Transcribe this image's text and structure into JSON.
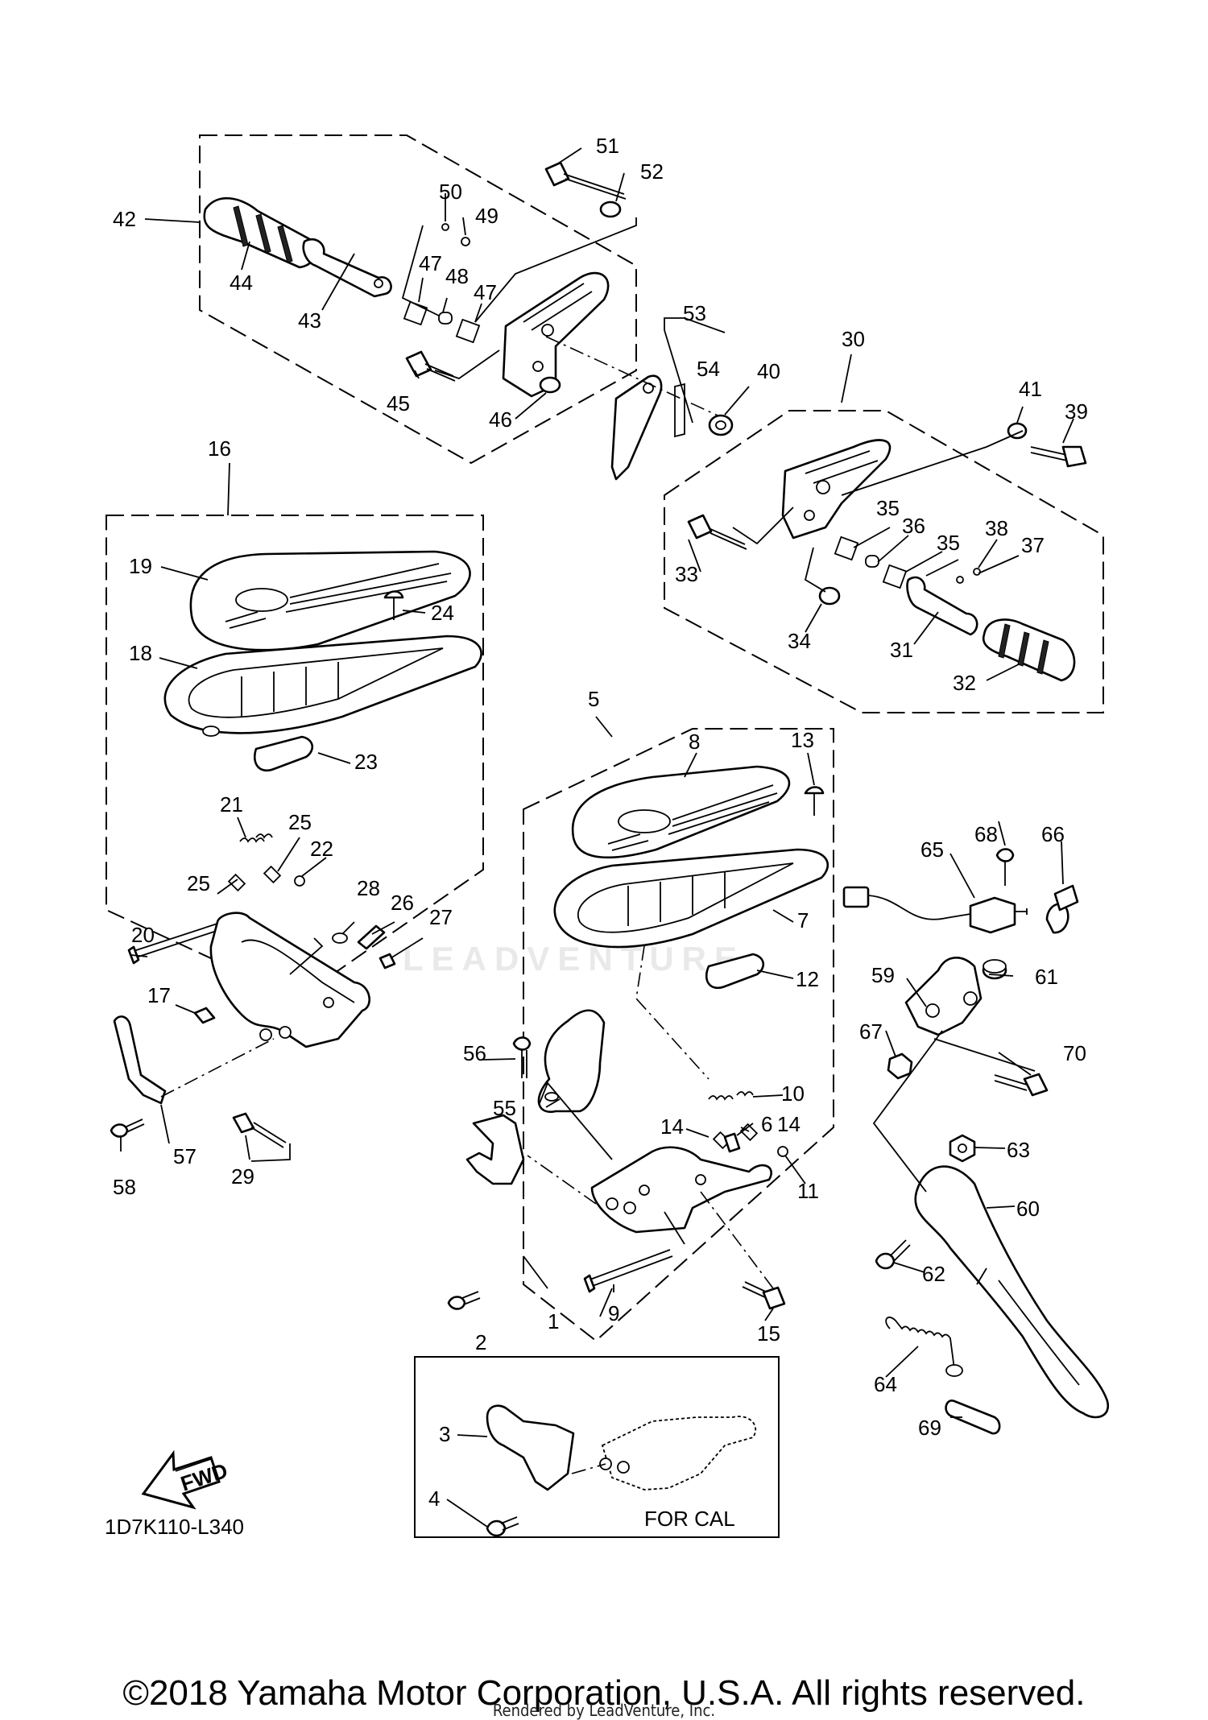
{
  "diagram": {
    "drawing_code": "1D7K110-L340",
    "inset_label": "FOR CAL",
    "fwd_label": "FWD",
    "watermark": "LEADVENTURE",
    "callouts": [
      "1",
      "2",
      "3",
      "4",
      "5",
      "6",
      "7",
      "8",
      "9",
      "10",
      "11",
      "12",
      "13",
      "14",
      "14",
      "15",
      "16",
      "17",
      "18",
      "19",
      "20",
      "21",
      "22",
      "23",
      "24",
      "25",
      "25",
      "26",
      "27",
      "28",
      "29",
      "30",
      "31",
      "32",
      "33",
      "34",
      "35",
      "35",
      "36",
      "37",
      "38",
      "39",
      "40",
      "41",
      "42",
      "43",
      "44",
      "45",
      "46",
      "47",
      "47",
      "48",
      "49",
      "50",
      "51",
      "52",
      "53",
      "54",
      "55",
      "56",
      "57",
      "58",
      "59",
      "60",
      "61",
      "62",
      "63",
      "64",
      "65",
      "66",
      "67",
      "68",
      "69",
      "70"
    ]
  },
  "footer": {
    "copyright": "©2018 Yamaha Motor Corporation, U.S.A. All rights reserved.",
    "rendered_by": "Rendered by LeadVenture, Inc."
  }
}
